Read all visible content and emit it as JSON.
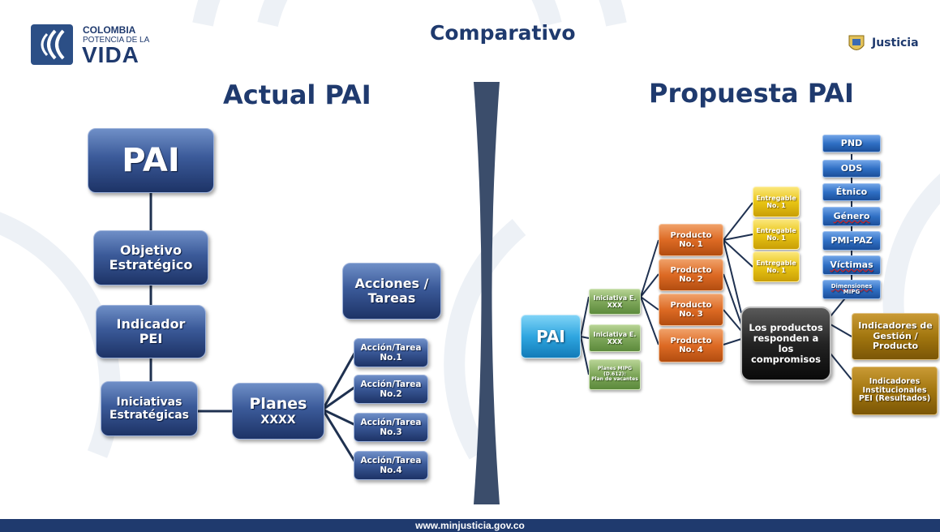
{
  "header": {
    "logo_line1": "COLOMBIA",
    "logo_line2": "POTENCIA DE LA",
    "logo_line3": "VIDA",
    "title": "Comparativo",
    "ministry": "Justicia"
  },
  "left": {
    "heading": "Actual PAI",
    "pai": "PAI",
    "objetivo": [
      "Objetivo",
      "Estratégico"
    ],
    "indicador": [
      "Indicador",
      "PEI"
    ],
    "iniciativas": [
      "Iniciativas",
      "Estratégicas"
    ],
    "planes": [
      "Planes",
      "XXXX"
    ],
    "acciones_header": [
      "Acciones /",
      "Tareas"
    ],
    "acciones": [
      [
        "Acción/Tarea",
        "No.1"
      ],
      [
        "Acción/Tarea",
        "No.2"
      ],
      [
        "Acción/Tarea",
        "No.3"
      ],
      [
        "Acción/Tarea",
        "No.4"
      ]
    ]
  },
  "right": {
    "heading": "Propuesta PAI",
    "pai": "PAI",
    "iniciativas": [
      [
        "Iniciativa E.",
        "XXX"
      ],
      [
        "Iniciativa E.",
        "XXX"
      ],
      [
        "Planes MIPG",
        "(D.612):",
        "Plan de vacantes"
      ]
    ],
    "productos": [
      [
        "Producto",
        "No. 1"
      ],
      [
        "Producto",
        "No. 2"
      ],
      [
        "Producto",
        "No. 3"
      ],
      [
        "Producto",
        "No. 4"
      ]
    ],
    "entregables": [
      [
        "Entregable",
        "No. 1"
      ],
      [
        "Entregable",
        "No. 1"
      ],
      [
        "Entregable",
        "No. 1"
      ]
    ],
    "commitments": [
      "Los productos",
      "responden a",
      "los",
      "compromisos"
    ],
    "alignment": [
      "PND",
      "ODS",
      "Étnico",
      "Género",
      "PMI-PAZ",
      "Víctimas"
    ],
    "dimensiones": [
      "Dimensiones",
      "MIPG"
    ],
    "indicadores_gestion": [
      "Indicadores de",
      "Gestión /",
      "Producto"
    ],
    "indicadores_inst": [
      "Indicadores",
      "Institucionales",
      "PEI (Resultados)"
    ]
  },
  "footer": {
    "url": "www.minjusticia.gov.co"
  },
  "colors": {
    "navy": "#1f3a6e",
    "footer": "#1f3a6e",
    "orange": "#dd6a24",
    "yellow": "#e9c514",
    "green": "#7ea75a",
    "olive": "#a2760f",
    "blue": "#2f6fc4",
    "cyan": "#2fa6e0"
  }
}
